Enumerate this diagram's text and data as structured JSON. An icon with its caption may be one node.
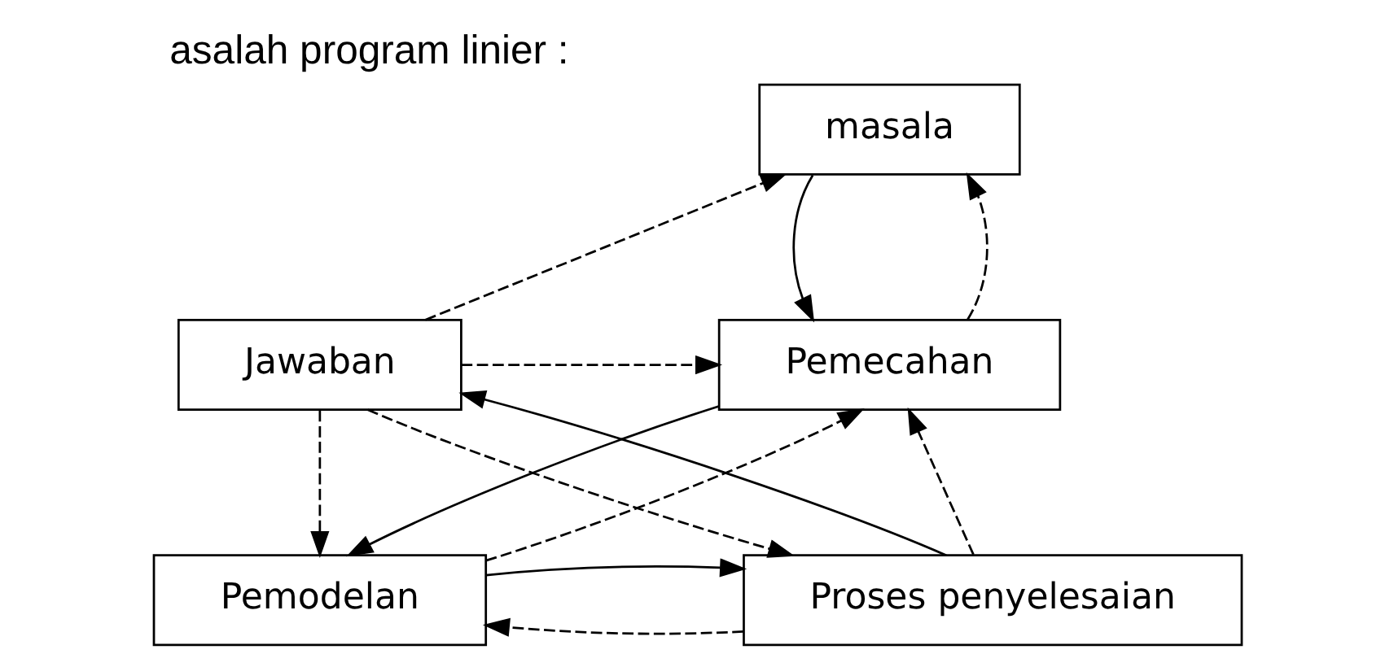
{
  "diagram": {
    "title": "asalah program linier :",
    "nodes": [
      {
        "text": [
          "masala"
        ]
      },
      {
        "text": [
          "Jawaban"
        ]
      },
      {
        "text": [
          "Pemecahan"
        ]
      },
      {
        "text": [
          "Proses penyelesaian"
        ]
      },
      {
        "text": [
          "Pemodelan"
        ]
      }
    ],
    "edges": [
      {
        "from": 1,
        "to": 0,
        "arrow": "to",
        "style": "dashed"
      },
      {
        "from": 2,
        "to": 0,
        "arrow": "to",
        "style": "dashed"
      },
      {
        "from": 0,
        "to": 2,
        "arrow": "to"
      },
      {
        "from": 1,
        "to": 2,
        "arrow": "to",
        "style": "dashed"
      },
      {
        "from": 1,
        "to": 4,
        "arrow": "to",
        "style": "dashed"
      },
      {
        "from": 3,
        "to": 2,
        "arrow": "to",
        "style": "dashed"
      },
      {
        "from": 1,
        "to": 3,
        "arrow": "to",
        "style": "dashed"
      },
      {
        "from": 3,
        "to": 1,
        "arrow": "to"
      },
      {
        "from": 2,
        "to": 4,
        "arrow": "to"
      },
      {
        "from": 4,
        "to": 2,
        "arrow": "to",
        "style": "dashed"
      },
      {
        "from": 3,
        "to": 4,
        "arrow": "to",
        "style": "dashed"
      },
      {
        "from": 4,
        "to": 3,
        "arrow": "to"
      }
    ]
  }
}
